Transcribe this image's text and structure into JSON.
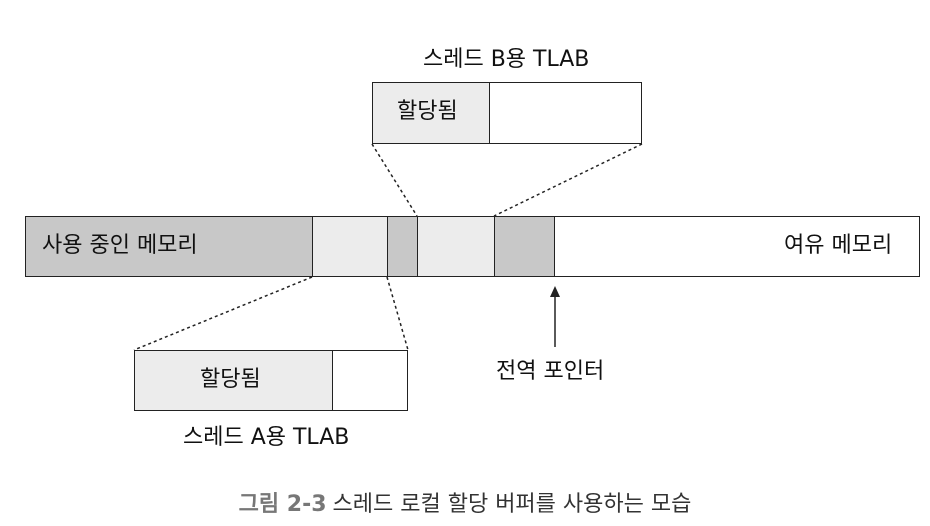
{
  "colors": {
    "used": "#c8c8c8",
    "allocated": "#ececec",
    "free": "#ffffff",
    "stroke": "#222222"
  },
  "tlab_b": {
    "title": "스레드 B용 TLAB",
    "allocated_label": "할당됨"
  },
  "tlab_a": {
    "title": "스레드 A용 TLAB",
    "allocated_label": "할당됨"
  },
  "memory": {
    "used_label": "사용 중인 메모리",
    "free_label": "여유 메모리"
  },
  "pointer": {
    "label": "전역 포인터"
  },
  "caption": {
    "number": "그림 2-3",
    "text": "스레드 로컬 할당 버퍼를 사용하는 모습"
  }
}
